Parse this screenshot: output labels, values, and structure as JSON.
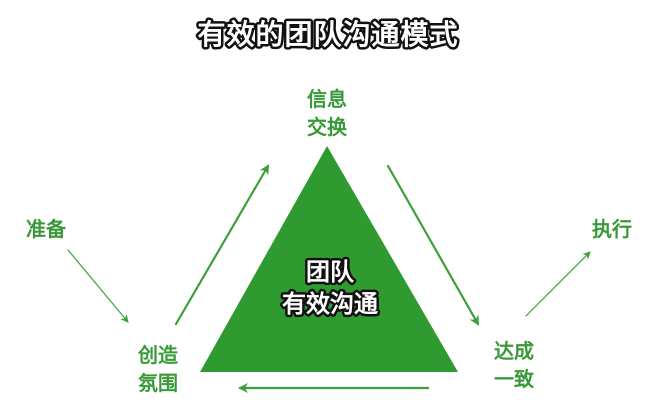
{
  "diagram": {
    "title": "有效的团队沟通模式",
    "colors": {
      "triangle": "#2f9a2f",
      "arrow": "#3aa03a",
      "label": "#3a9a3a"
    },
    "center": {
      "line1": "团队",
      "line2": "有效沟通"
    },
    "nodes": {
      "info_exchange": {
        "line1": "信息",
        "line2": "交换"
      },
      "reach_consensus": {
        "line1": "达成",
        "line2": "一致"
      },
      "create_atmosphere": {
        "line1": "创造",
        "line2": "氛围"
      },
      "prepare": {
        "label": "准备"
      },
      "execute": {
        "label": "执行"
      }
    }
  }
}
